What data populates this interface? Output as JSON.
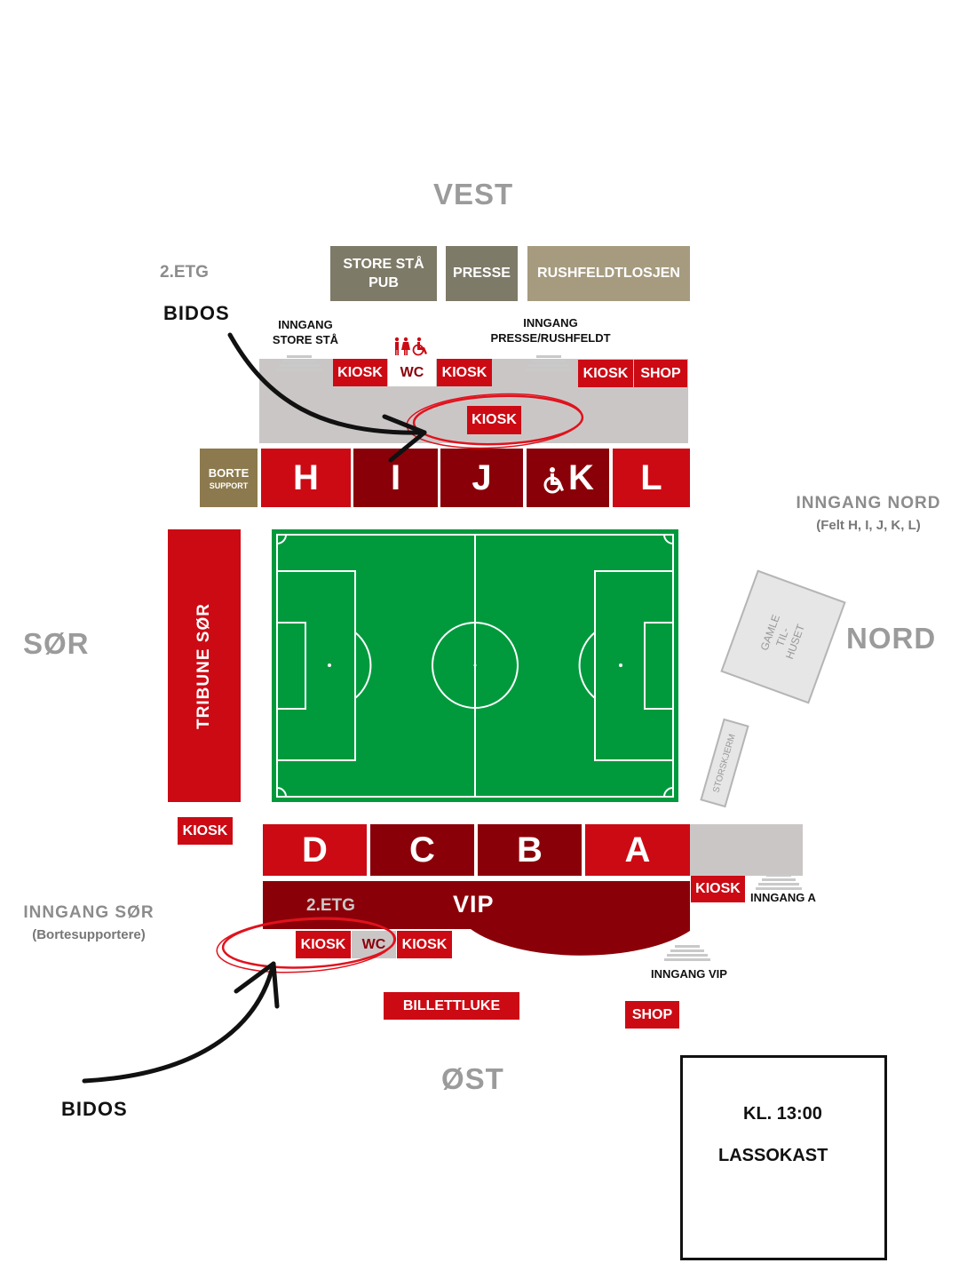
{
  "compass": {
    "west": "VEST",
    "south": "SØR",
    "north": "NORD",
    "east": "ØST"
  },
  "west_stand": {
    "upper_floor_label": "2.ETG",
    "store_sta_pub": "STORE STÅ PUB",
    "presse": "PRESSE",
    "rushfeldtlosjen": "RUSHFELDTLOSJEN",
    "entrance_store_sta": "INNGANG STORE STÅ",
    "entrance_presse": "INNGANG PRESSE/RUSHFELDT",
    "kiosk_1": "KIOSK",
    "wc": "WC",
    "kiosk_2": "KIOSK",
    "kiosk_3": "KIOSK",
    "shop": "SHOP",
    "kiosk_circled": "KIOSK",
    "borte_support_line1": "BORTE",
    "borte_support_line2": "SUPPORT",
    "sections": [
      "H",
      "I",
      "J",
      "K",
      "L"
    ]
  },
  "north": {
    "entrance_title": "INNGANG NORD",
    "entrance_subtitle": "(Felt H, I, J, K, L)",
    "gamle_til_huset": "GAMLE TIL-HUSET",
    "storskjerm": "STORSKJERM"
  },
  "south": {
    "tribune": "TRIBUNE SØR",
    "kiosk": "KIOSK",
    "entrance_title": "INNGANG SØR",
    "entrance_subtitle": "(Bortesupportere)"
  },
  "east_stand": {
    "sections": [
      "D",
      "C",
      "B",
      "A"
    ],
    "upper_floor_label": "2.ETG",
    "vip": "VIP",
    "kiosk_left": "KIOSK",
    "wc": "WC",
    "kiosk_right": "KIOSK",
    "kiosk_a": "KIOSK",
    "entrance_a": "INNGANG A",
    "entrance_vip": "INNGANG VIP",
    "billettluke": "BILLETTLUKE",
    "shop": "SHOP"
  },
  "annotations": {
    "bidos_top": "BIDOS",
    "bidos_bottom": "BIDOS"
  },
  "event_box": {
    "time": "KL. 13:00",
    "title": "LASSOKAST"
  },
  "colors": {
    "red": "#cc0a14",
    "dark_red": "#8a0008",
    "pitch": "#009a3d",
    "concourse": "#cbc6c6",
    "compass_grey": "#9b9b9b"
  }
}
